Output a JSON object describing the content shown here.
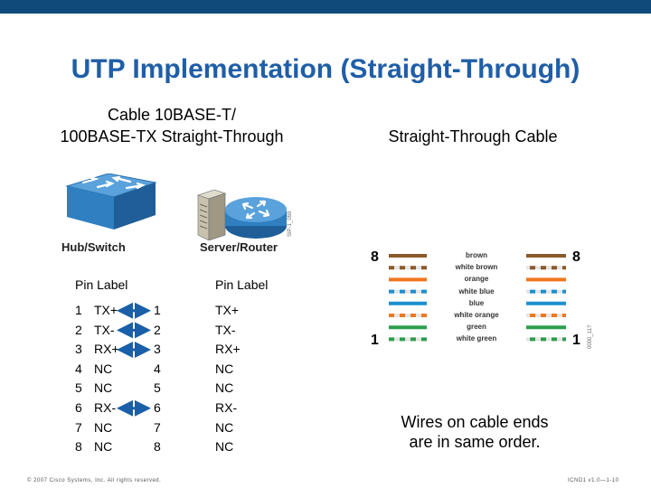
{
  "title": "UTP Implementation (Straight-Through)",
  "heading_left_line1": "Cable 10BASE-T/",
  "heading_left_line2": "100BASE-TX Straight-Through",
  "heading_right": "Straight-Through Cable",
  "devices": {
    "left_label": "Hub/Switch",
    "right_label": "Server/Router",
    "code": "SIP-1_059"
  },
  "pin_table": {
    "left_header": "Pin Label",
    "right_header": "Pin Label",
    "left_pins": [
      "1",
      "2",
      "3",
      "4",
      "5",
      "6",
      "7",
      "8"
    ],
    "left_labels": [
      "TX+",
      "TX-",
      "RX+",
      "NC",
      "NC",
      "RX-",
      "NC",
      "NC"
    ],
    "right_pins": [
      "1",
      "2",
      "3",
      "4",
      "5",
      "6",
      "7",
      "8"
    ],
    "right_labels": [
      "TX+",
      "TX-",
      "RX+",
      "NC",
      "NC",
      "RX-",
      "NC",
      "NC"
    ]
  },
  "cable": {
    "end_top_left": "8",
    "end_top_right": "8",
    "end_bottom_left": "1",
    "end_bottom_right": "1",
    "wires": [
      {
        "label": "brown",
        "color": "#8b5a2b",
        "striped": false
      },
      {
        "label": "white brown",
        "color": "#8b5a2b",
        "striped": true
      },
      {
        "label": "orange",
        "color": "#f07820",
        "striped": false
      },
      {
        "label": "white blue",
        "color": "#1e8fd0",
        "striped": true
      },
      {
        "label": "blue",
        "color": "#1e8fd0",
        "striped": false
      },
      {
        "label": "white orange",
        "color": "#f07820",
        "striped": true
      },
      {
        "label": "green",
        "color": "#2e9e4e",
        "striped": false
      },
      {
        "label": "white green",
        "color": "#2e9e4e",
        "striped": true
      }
    ],
    "code": "0000_11?"
  },
  "note_line1": "Wires on cable ends",
  "note_line2": "are in same order.",
  "footer_left": "© 2007 Cisco Systems, Inc. All rights reserved.",
  "footer_right": "ICND1 v1.0—1-10",
  "colors": {
    "title": "#1f5ea8",
    "topbar": "#104a7a",
    "arrow": "#1a5fa8",
    "device": "#2f7fc1"
  }
}
